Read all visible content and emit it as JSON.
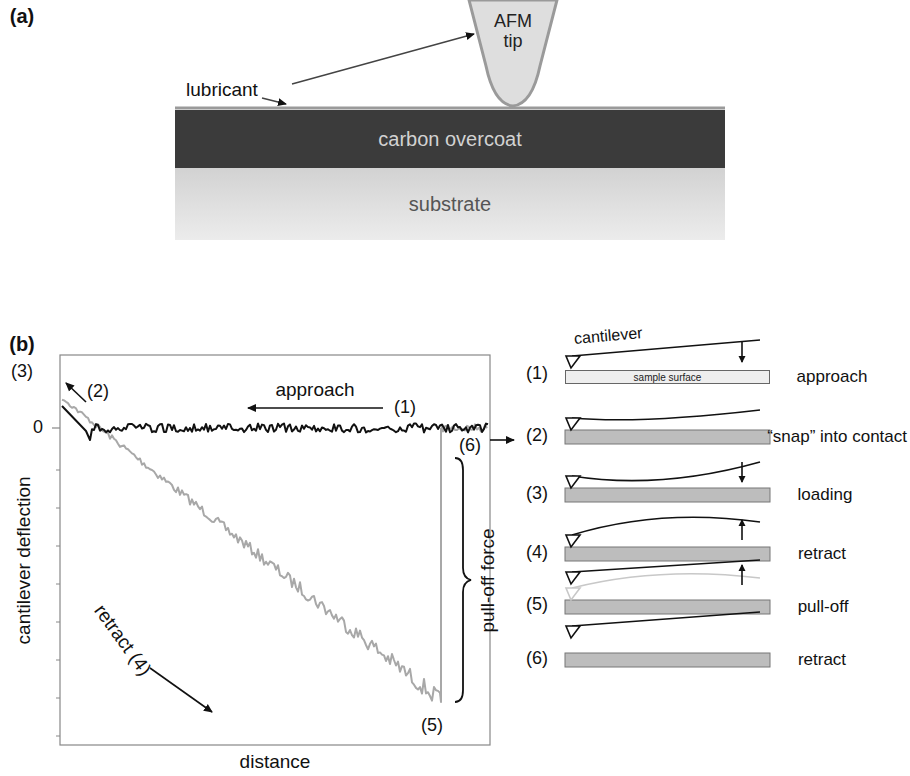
{
  "diagram": {
    "nodes": [
      {
        "text": [
          "AFM tip"
        ]
      },
      {
        "text": [
          "carbon overcoat"
        ]
      },
      {
        "text": [
          "substrate"
        ]
      },
      {
        "text": [
          "sample surface"
        ]
      }
    ],
    "labels": [
      "(a)",
      "lubricant",
      "(b)",
      "(3)",
      "(2)",
      "approach",
      "(1)",
      "0",
      "cantilever deflection",
      "retract (4)",
      "(5)",
      "(6)",
      "pull-off force",
      "distance",
      "(1)",
      "cantilever",
      "approach",
      "(2)",
      "“snap” into contact",
      "(3)",
      "loading",
      "(4)",
      "retract",
      "(5)",
      "pull-off",
      "(6)",
      "retract"
    ]
  }
}
